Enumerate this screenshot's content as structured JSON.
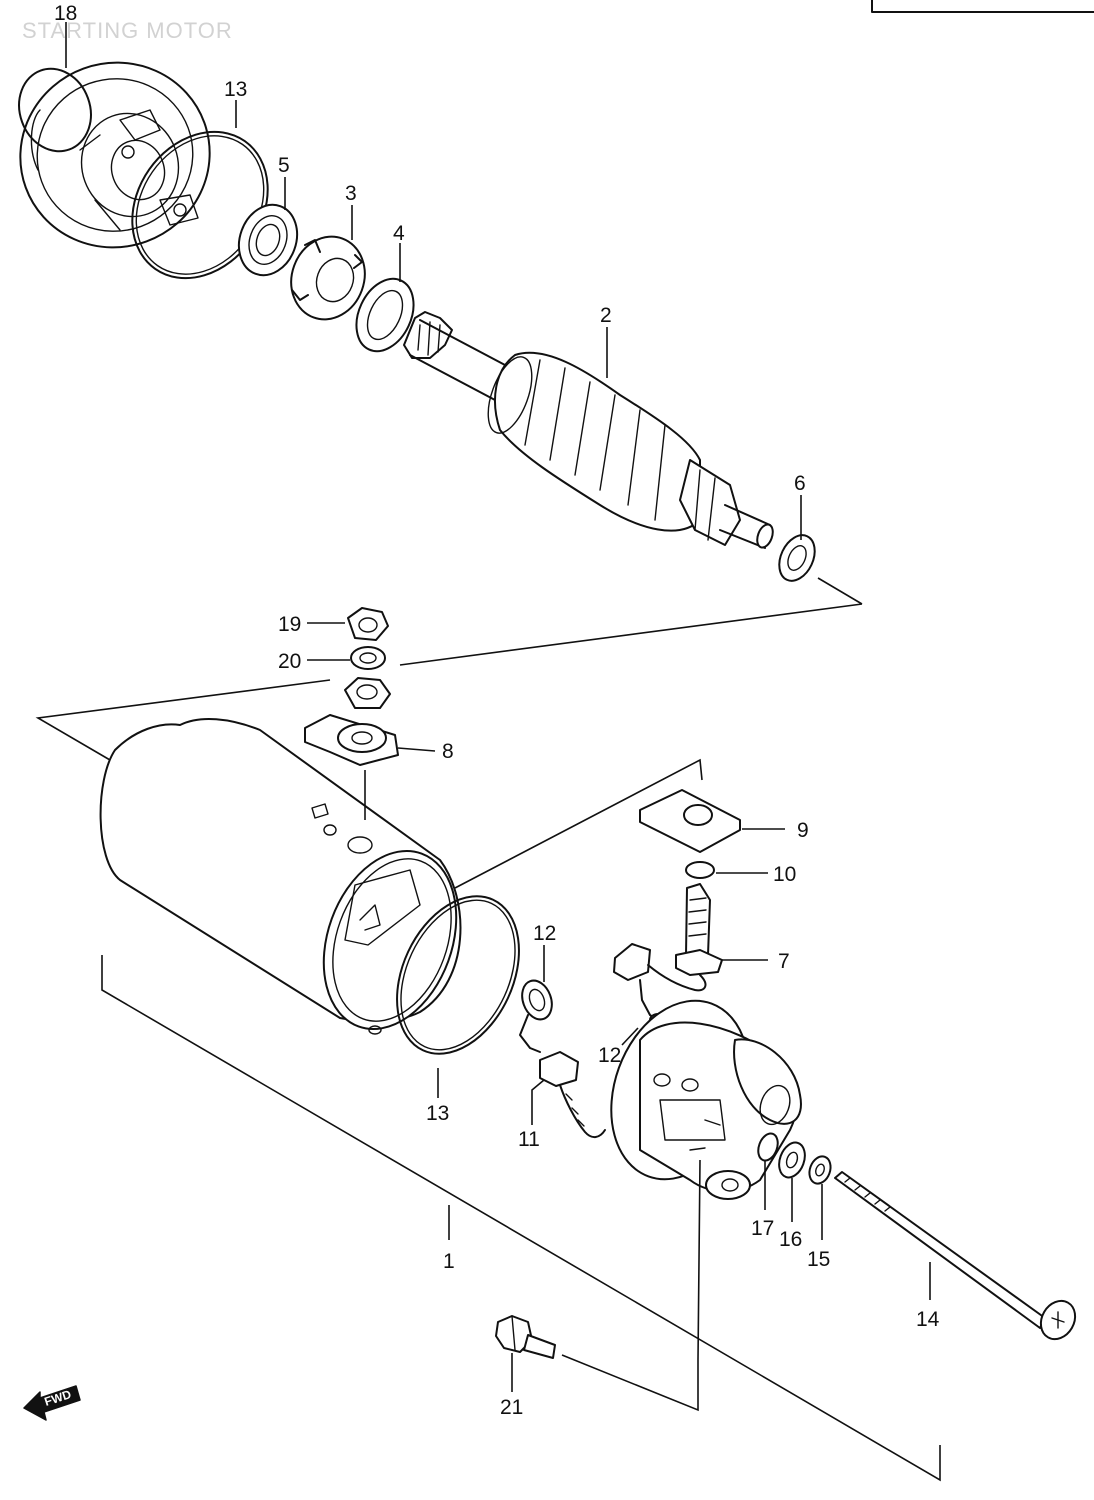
{
  "title": "STARTING MOTOR",
  "fwd_label": "FWD",
  "labels": {
    "p1": "1",
    "p2": "2",
    "p3": "3",
    "p4": "4",
    "p5": "5",
    "p6": "6",
    "p7": "7",
    "p8": "8",
    "p9": "9",
    "p10": "10",
    "p11": "11",
    "p12a": "12",
    "p12b": "12",
    "p13a": "13",
    "p13b": "13",
    "p14": "14",
    "p15": "15",
    "p16": "16",
    "p17": "17",
    "p18": "18",
    "p19": "19",
    "p20": "20",
    "p21": "21"
  }
}
